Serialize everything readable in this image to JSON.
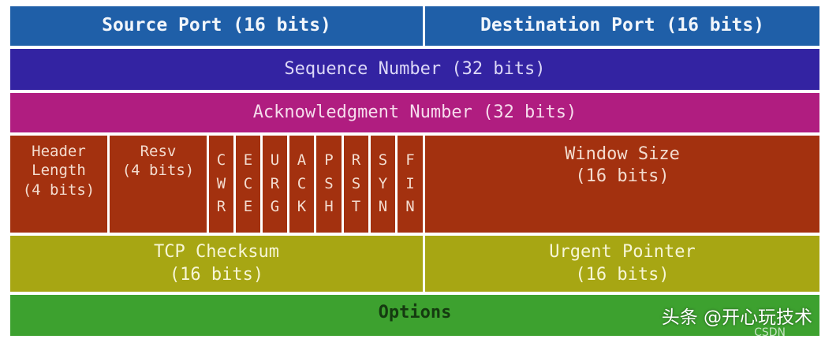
{
  "rows": {
    "r1": {
      "source_port": "Source Port (16 bits)",
      "destination_port": "Destination Port (16 bits)"
    },
    "r2": {
      "sequence_number": "Sequence Number (32 bits)"
    },
    "r3": {
      "acknowledgment_number": "Acknowledgment Number (32 bits)"
    },
    "r4": {
      "header_length": "Header\nLength\n(4 bits)",
      "resv": "Resv\n(4 bits)",
      "flags": [
        "C\nW\nR",
        "E\nC\nE",
        "U\nR\nG",
        "A\nC\nK",
        "P\nS\nH",
        "R\nS\nT",
        "S\nY\nN",
        "F\nI\nN"
      ],
      "window_size": "Window Size\n(16 bits)"
    },
    "r5": {
      "tcp_checksum": "TCP Checksum\n(16 bits)",
      "urgent_pointer": "Urgent Pointer\n(16 bits)"
    },
    "r6": {
      "options": "Options"
    }
  },
  "watermark": "头条 @开心玩技术",
  "watermark_sub": "CSDN"
}
